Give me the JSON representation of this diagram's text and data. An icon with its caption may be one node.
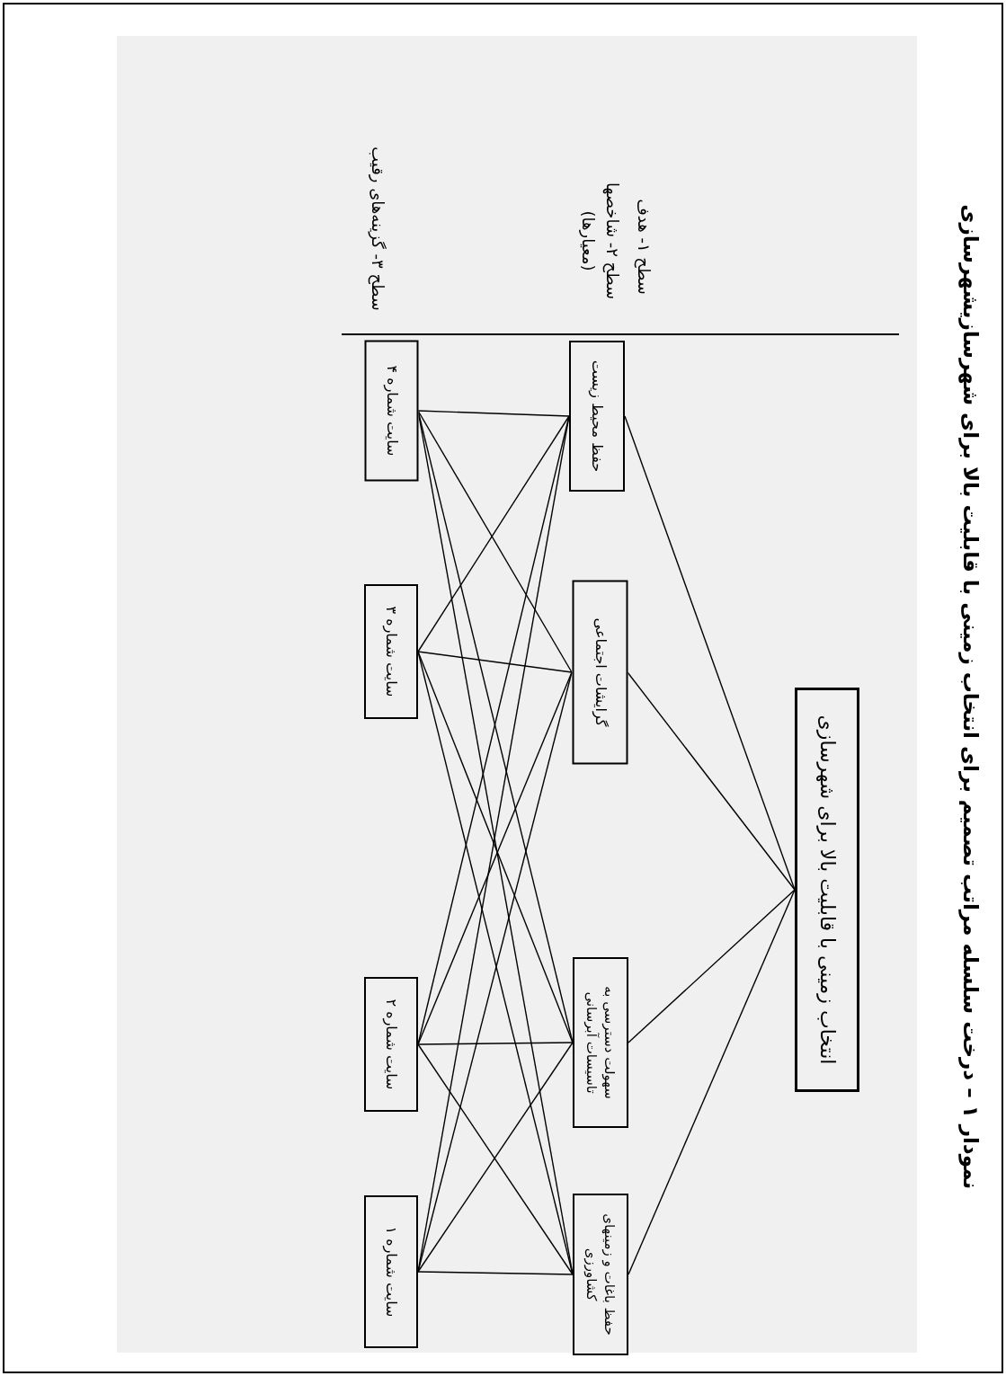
{
  "diagram": {
    "caption": "نمودار ۱ – درخت سلسله مراتب تصمیم برای انتخاب زمینی با قابلیت بالا برای شهرسازیشهرسازی",
    "nodes": [
      {
        "text": [
          "انتخاب زمینی با قابلیت بالا برای شهرسازی"
        ]
      },
      {
        "text": [
          "حفظ محیط زیست"
        ]
      },
      {
        "text": [
          "گرایشات اجتماعی"
        ]
      },
      {
        "text": [
          "سهولت دسترسی به تاسیسات آبرسانی"
        ]
      },
      {
        "text": [
          "حفظ باغات و زمینهای کشاورزی"
        ]
      },
      {
        "text": [
          "سایت شماره ۴"
        ]
      },
      {
        "text": [
          "سایت شماره ۳"
        ]
      },
      {
        "text": [
          "سایت شماره ۲"
        ]
      },
      {
        "text": [
          "سایت شماره ۱"
        ]
      }
    ],
    "edges": [
      {
        "from": 1,
        "to": 0,
        "arrow": "none"
      },
      {
        "from": 2,
        "to": 0,
        "arrow": "none"
      },
      {
        "from": 3,
        "to": 0,
        "arrow": "none"
      },
      {
        "from": 4,
        "to": 0,
        "arrow": "none"
      },
      {
        "from": 5,
        "to": 1,
        "arrow": "none"
      },
      {
        "from": 5,
        "to": 2,
        "arrow": "none"
      },
      {
        "from": 5,
        "to": 3,
        "arrow": "none"
      },
      {
        "from": 5,
        "to": 4,
        "arrow": "none"
      },
      {
        "from": 6,
        "to": 1,
        "arrow": "none"
      },
      {
        "from": 6,
        "to": 2,
        "arrow": "none"
      },
      {
        "from": 6,
        "to": 3,
        "arrow": "none"
      },
      {
        "from": 6,
        "to": 4,
        "arrow": "none"
      },
      {
        "from": 7,
        "to": 1,
        "arrow": "none"
      },
      {
        "from": 7,
        "to": 2,
        "arrow": "none"
      },
      {
        "from": 7,
        "to": 3,
        "arrow": "none"
      },
      {
        "from": 7,
        "to": 4,
        "arrow": "none"
      },
      {
        "from": 8,
        "to": 1,
        "arrow": "none"
      },
      {
        "from": 8,
        "to": 2,
        "arrow": "none"
      },
      {
        "from": 8,
        "to": 3,
        "arrow": "none"
      },
      {
        "from": 8,
        "to": 4,
        "arrow": "none"
      }
    ],
    "labels": [
      "سطح ۱- هدف",
      "سطح ۲- شاخصها (معیارها)",
      "سطح ۳- گزینه‌های رقیب"
    ]
  }
}
